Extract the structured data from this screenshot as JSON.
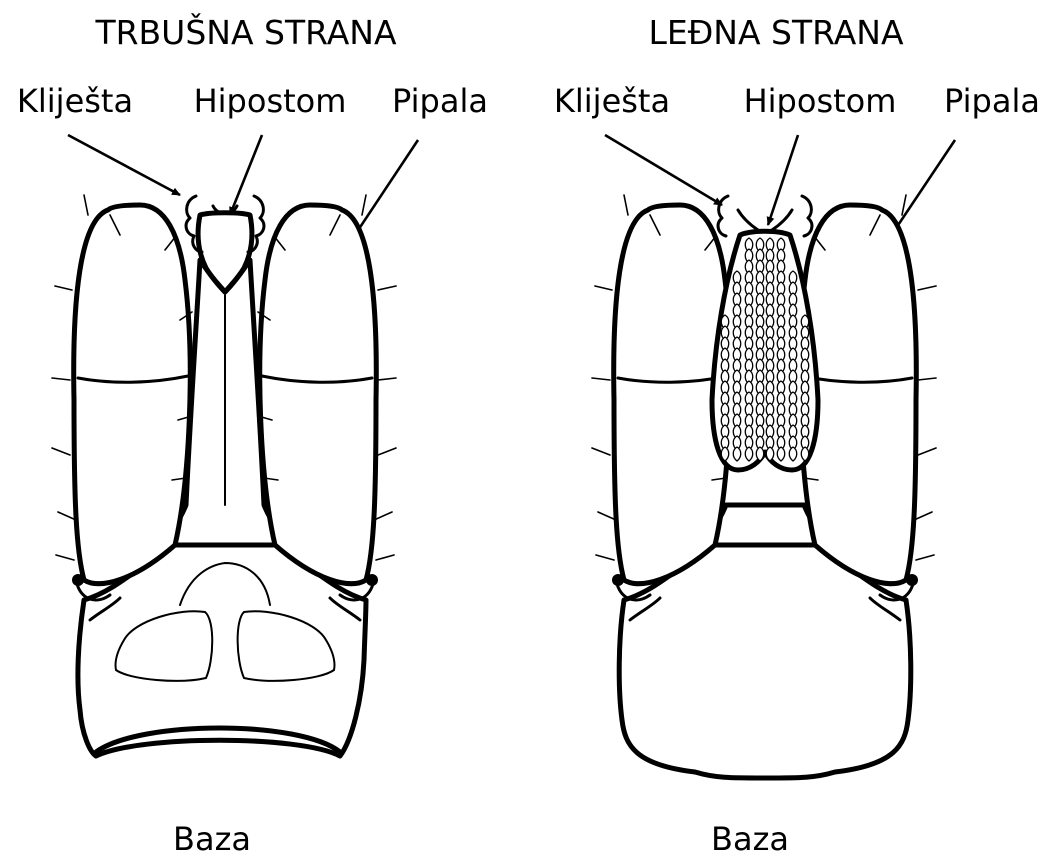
{
  "panels": [
    {
      "id": "ventral",
      "title": "TRBUŠNA STRANA",
      "labels": {
        "chelicerae": "Kliješta",
        "hypostome": "Hipostom",
        "palps": "Pipala",
        "base": "Baza"
      }
    },
    {
      "id": "dorsal",
      "title": "LEĐNA STRANA",
      "labels": {
        "chelicerae": "Kliješta",
        "hypostome": "Hipostom",
        "palps": "Pipala",
        "base": "Baza"
      }
    }
  ]
}
